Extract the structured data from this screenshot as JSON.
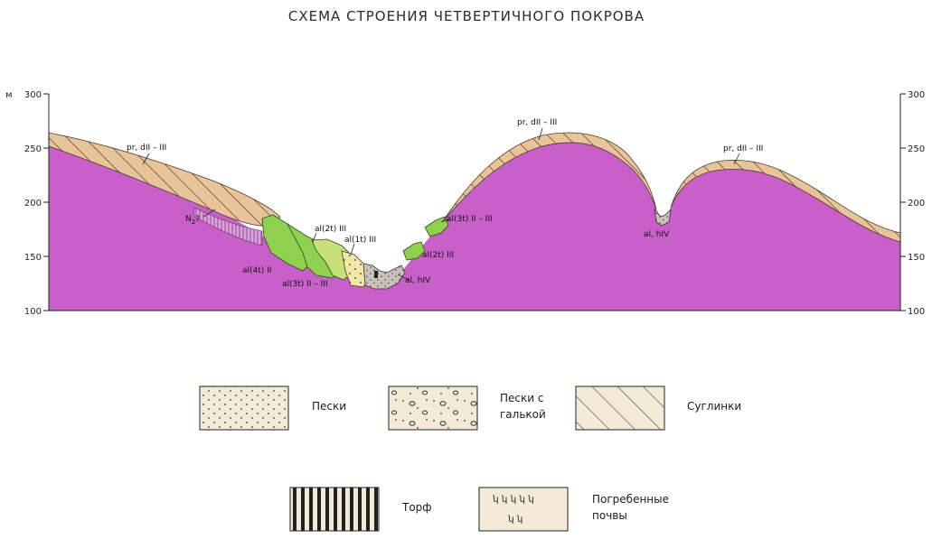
{
  "title": "СХЕМА СТРОЕНИЯ ЧЕТВЕРТИЧНОГО ПОКРОВА",
  "axis": {
    "unit": "м",
    "ticks_left": [
      "300",
      "250",
      "200",
      "150",
      "100"
    ],
    "ticks_right": [
      "300",
      "250",
      "200",
      "150",
      "100"
    ]
  },
  "labels": {
    "pr_left": "pr, dII – III",
    "pr_mid": "pr, dII – III",
    "pr_right": "pr, dII – III",
    "n2": "N",
    "n2_sub": "2",
    "n2_q": "?",
    "al2t_left": "al(2t) III",
    "al1t": "al(1t) III",
    "al4t": "al(4t) II",
    "al3t_left": "al(3t) II – III",
    "alhiv_valley": "al, hIV",
    "al3t_right": "al(3t) II – III",
    "al2t_right": "al(2t) III",
    "alhiv_right": "al, hIV"
  },
  "legend": {
    "sand": "Пески",
    "sand_pebbles_1": "Пески с",
    "sand_pebbles_2": "галькой",
    "loam": "Суглинки",
    "peat": "Торф",
    "soils_1": "Погребенные",
    "soils_2": "почвы"
  },
  "colors": {
    "bedrock": "#c95fc9",
    "loam": "#e8c49a",
    "terrace_green": "#8fd14f",
    "terrace_light_green": "#c9e07a",
    "sand": "#f1e7a8",
    "alluvium": "#c9c2b8",
    "legend_fill": "#f3ebd6"
  }
}
